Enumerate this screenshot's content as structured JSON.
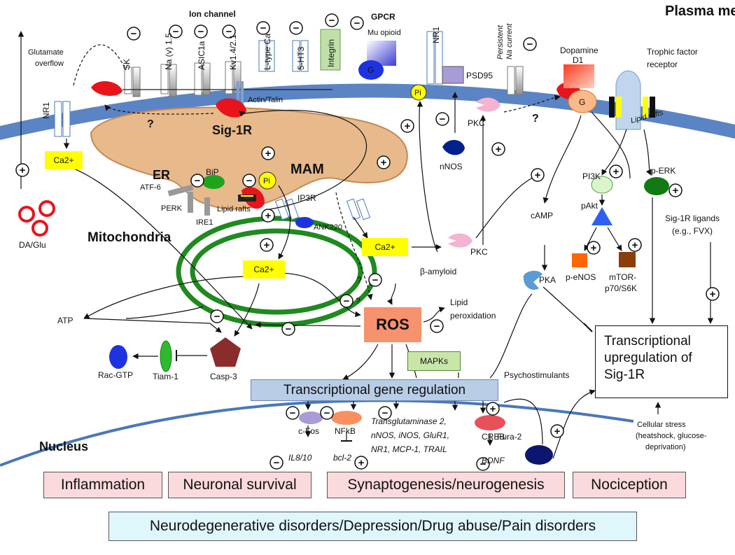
{
  "membrane": {
    "plasma_membrane": "Plasma membrane",
    "lipid_rafts": "Lipid rafts",
    "actin_talin": "Actin/Talin"
  },
  "channels": {
    "ion_channel": "Ion channel",
    "sk": "SK",
    "nav": "Na (v) 1.5",
    "asic": "ASIC1a",
    "kv": "Kv1.4/2.1",
    "ltype": "L-type Ca",
    "ht3": "5-HT3",
    "integrin": "Integrin",
    "gpcr": "GPCR",
    "mu": "Mu opioid",
    "g": "G",
    "nr1_right": "NR1",
    "psd95": "PSD95",
    "persistent": "Persistent",
    "na_current": "Na current",
    "dopamine": "Dopamine",
    "d1": "D1",
    "trophic1": "Trophic factor",
    "trophic2": "receptor"
  },
  "left": {
    "nr1": "NR1",
    "glut1": "Glutamate",
    "glut2": "overflow",
    "ca": "Ca2+",
    "da_glu": "DA/Glu"
  },
  "er": {
    "er": "ER",
    "sig1r": "Sig-1R",
    "mam": "MAM",
    "bip": "BiP",
    "pi": "Pi",
    "atf6": "ATF-6",
    "perk": "PERK",
    "ire1": "IRE1",
    "lipid_rafts": "Lipid rafts",
    "ip3r": "IP3R",
    "ank220": "ANK220",
    "question": "?"
  },
  "mito": {
    "label": "Mitochondria",
    "ca": "Ca2+",
    "atp": "ATP",
    "casp3": "Casp-3",
    "tiam": "Tiam-1",
    "rac": "Rac-GTP"
  },
  "middle": {
    "pi": "Pi",
    "nnos": "nNOS",
    "pkc_upper": "PKC",
    "pkc_lower": "PKC",
    "ca": "Ca2+",
    "beta": "β-amyloid",
    "ros": "ROS",
    "lipid1": "Lipid",
    "lipid2": "peroxidation",
    "mapks": "MAPKs",
    "q1": "?",
    "q2": "?",
    "q3": "?"
  },
  "right": {
    "g": "G",
    "camp": "cAMP",
    "pka": "PKA",
    "pi3k": "PI3K",
    "pakt": "pAkt",
    "perk": "p-ERK",
    "penos": "p-eNOS",
    "mtor1": "mTOR-",
    "mtor2": "p70/S6K",
    "ligands1": "Sig-1R ligands",
    "ligands2": "(e.g., FVX)",
    "tup": "Transcriptional upregulation of Sig-1R",
    "stress1": "Cellular stress",
    "stress2": "(heatshock, glucose-",
    "stress3": "deprivation)",
    "psycho": "Psychostimulants",
    "fura": "Fura-2"
  },
  "nucleus": {
    "label": "Nucleus",
    "tgr": "Transcriptional gene regulation",
    "cfos": "c-Fos",
    "nfkb": "NFkB",
    "il8": "IL8/10",
    "bcl2": "bcl-2",
    "genes1": "Transglutaminase 2,",
    "genes2": "nNOS, iNOS, GluR1,",
    "genes3": "NR1, MCP-1, TRAIL",
    "creb": "CREB",
    "bdnf": "BDNF"
  },
  "outcomes": {
    "inflammation": "Inflammation",
    "survival": "Neuronal survival",
    "synapto": "Synaptogenesis/neurogenesis",
    "nociception": "Nociception",
    "disorders": "Neurodegenerative disorders/Depression/Drug abuse/Pain disorders"
  },
  "symbols": {
    "plus": "+",
    "minus": "−"
  },
  "colors": {
    "membrane": "#5b84c4",
    "er": "#e8b98a",
    "mito": "#1f8a1f",
    "sig1r": "#e8141c",
    "ros": "#f7926e",
    "highlight": "#ffff00",
    "outcome": "#fadadd",
    "disorders": "#dff6fb",
    "tgr": "#b8cde6"
  }
}
